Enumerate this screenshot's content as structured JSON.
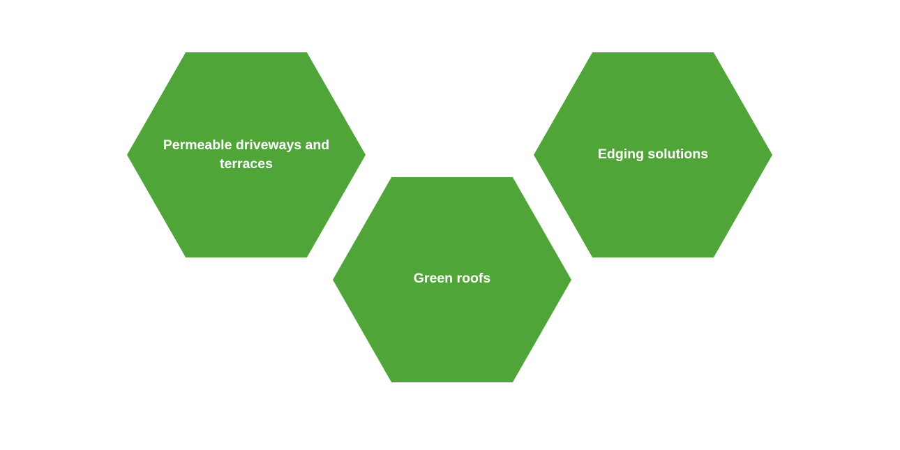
{
  "colors": {
    "background": "#ffffff",
    "hexagon_fill": "#50a538",
    "label_text": "#ffffff"
  },
  "diagram": {
    "items": [
      {
        "label": "Permeable driveways and terraces"
      },
      {
        "label": "Green roofs"
      },
      {
        "label": "Edging solutions"
      }
    ]
  }
}
